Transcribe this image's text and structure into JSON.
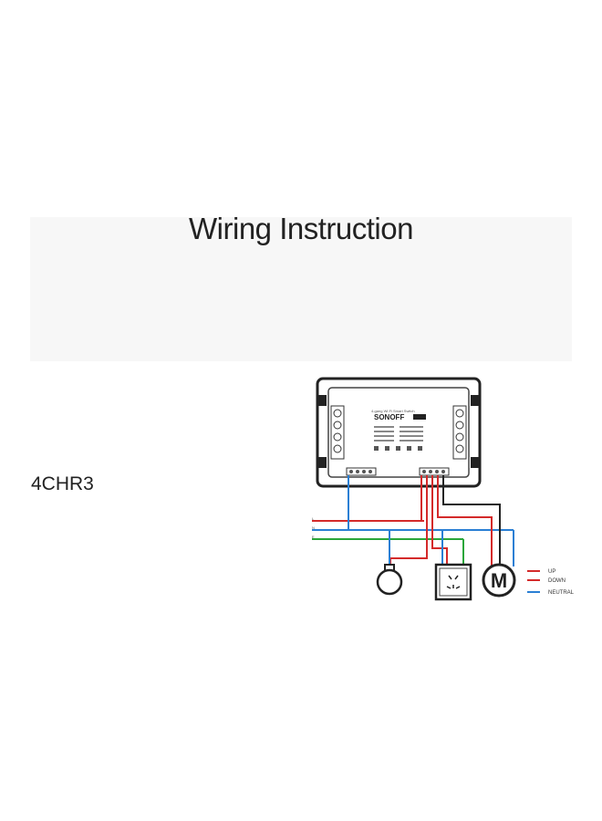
{
  "title": "Wiring Instruction",
  "model": "4CHR3",
  "device": {
    "brand": "SONOFF",
    "subtitle": "4-gang Wi-Fi Smart Switch"
  },
  "motor_label": "M",
  "legend": {
    "up": "UP",
    "down": "DOWN",
    "neutral": "NEUTRAL"
  },
  "colors": {
    "live": "#d42a2a",
    "neutral": "#2a7fd4",
    "ground": "#2aa63a",
    "control": "#222222"
  }
}
